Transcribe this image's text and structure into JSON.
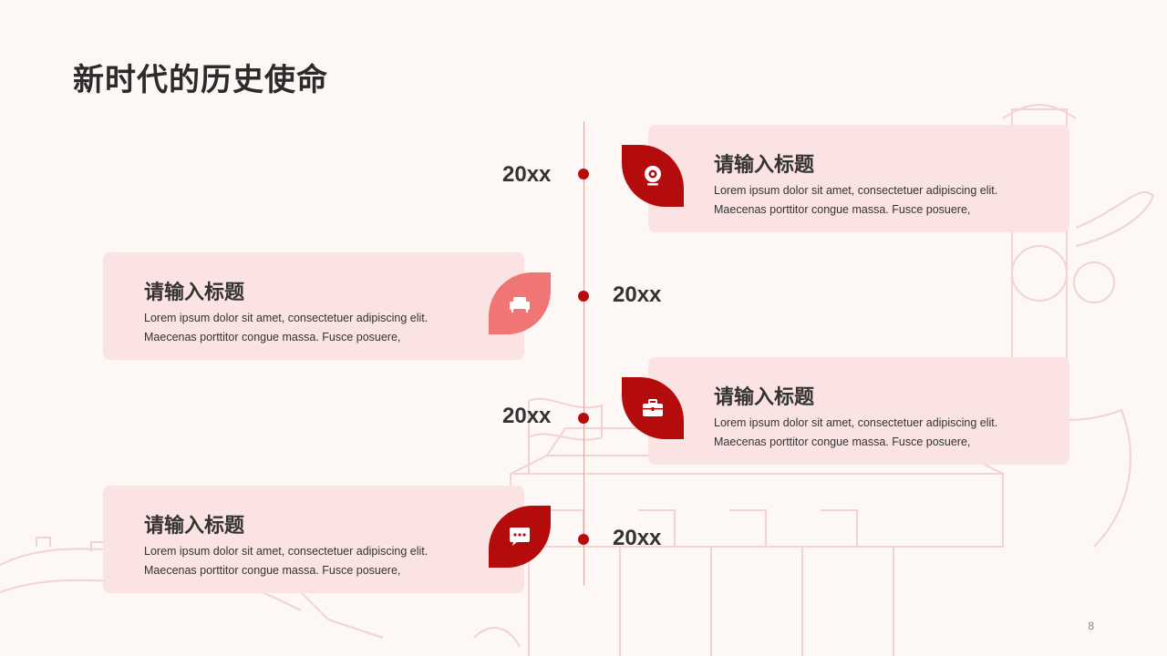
{
  "slide": {
    "title": "新时代的历史使命",
    "page_number": "8"
  },
  "colors": {
    "primary_red": "#b40c0c",
    "light_red": "#f07575",
    "card_bg": "#fbe3e3",
    "background": "#fdf7f6"
  },
  "timeline": [
    {
      "year": "20xx",
      "title": "请输入标题",
      "desc_line1": "Lorem ipsum dolor sit amet, consectetuer adipiscing elit.",
      "desc_line2": "Maecenas porttitor congue massa. Fusce posuere,",
      "icon": "webcam-icon"
    },
    {
      "year": "20xx",
      "title": "请输入标题",
      "desc_line1": "Lorem ipsum dolor sit amet, consectetuer adipiscing elit.",
      "desc_line2": "Maecenas porttitor congue massa. Fusce posuere,",
      "icon": "sofa-icon"
    },
    {
      "year": "20xx",
      "title": "请输入标题",
      "desc_line1": "Lorem ipsum dolor sit amet, consectetuer adipiscing elit.",
      "desc_line2": "Maecenas porttitor congue massa. Fusce posuere,",
      "icon": "briefcase-icon"
    },
    {
      "year": "20xx",
      "title": "请输入标题",
      "desc_line1": "Lorem ipsum dolor sit amet, consectetuer adipiscing elit.",
      "desc_line2": "Maecenas porttitor congue massa. Fusce posuere,",
      "icon": "chat-bubble-icon"
    }
  ]
}
